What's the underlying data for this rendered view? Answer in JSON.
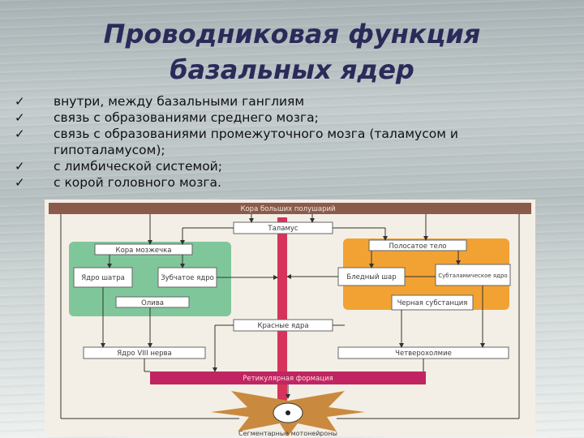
{
  "slide": {
    "title_line1": "Проводниковая функция",
    "title_line2": "базальных ядер",
    "bullets": [
      "внутри, между базальными ганглиям",
      "связь с образованиями среднего мозга;",
      "связь с образованиями промежуточного мозга (таламусом и",
      "гипоталамусом);",
      "с лимбической системой;",
      "с корой головного мозга."
    ]
  },
  "diagram": {
    "labels": {
      "cortex": "Кора больших полушарий",
      "thalamus": "Таламус",
      "cerebellar_cortex": "Кора мозжечка",
      "tent_nucleus": "Ядро шатра",
      "dentate_nucleus": "Зубчатое ядро",
      "olive": "Олива",
      "striatum": "Полосатое тело",
      "pallidum": "Бледный шар",
      "subthalamic": "Субталамическое ядро",
      "substantia_nigra": "Черная субстанция",
      "red_nucleus": "Красные ядра",
      "vestibular": "Ядро VIII нерва",
      "quadrigemina": "Четверохолмие",
      "reticular": "Ретикулярная формация",
      "motoneurons": "Сегментарные мотонейроны"
    },
    "colors": {
      "cortex_bar": "#8a5b4b",
      "central_column": "#d6345a",
      "cerebellum_bg": "#7fc79b",
      "basal_bg": "#f2a233",
      "reticular_bar": "#c12561",
      "neuron": "#c98a3f"
    }
  }
}
